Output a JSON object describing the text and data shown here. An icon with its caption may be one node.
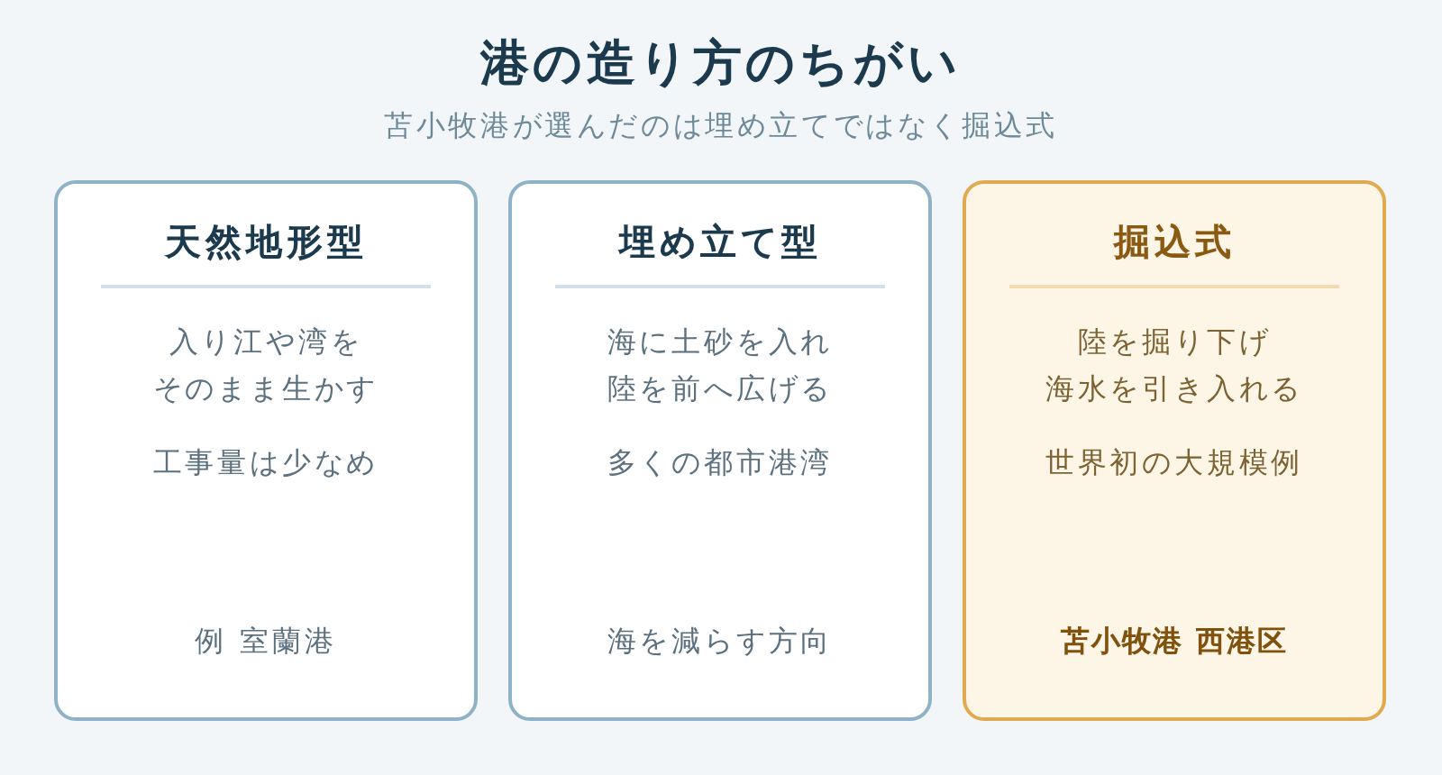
{
  "diagram": {
    "title": "港の造り方のちがい",
    "nodes": [
      {
        "text": [
          "天然地形型",
          "入り江や湾をそのまま生かす",
          "工事量は少なめ",
          "例 室蘭港"
        ]
      },
      {
        "text": [
          "埋め立て型",
          "海に土砂を入れ陸を前へ広げる",
          "多くの都市港湾",
          "海を減らす方向"
        ]
      },
      {
        "text": [
          "掘込式",
          "陸を掘り下げ海水を引き入れる",
          "世界初の大規模例",
          "苫小牧港 西港区"
        ]
      }
    ],
    "labels": [
      "苫小牧港が選んだのは埋め立てではなく掘込式"
    ]
  }
}
